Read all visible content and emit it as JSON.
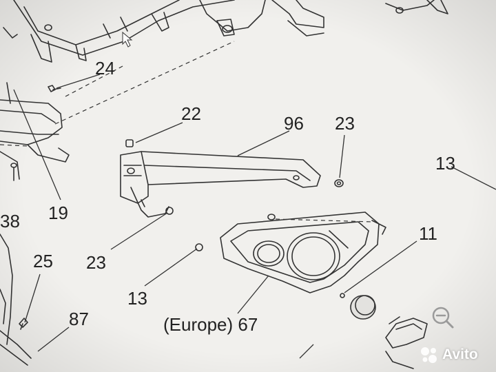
{
  "callouts": [
    {
      "id": "24",
      "text": "24"
    },
    {
      "id": "22",
      "text": "22"
    },
    {
      "id": "96",
      "text": "96"
    },
    {
      "id": "23a",
      "text": "23"
    },
    {
      "id": "13a",
      "text": "13"
    },
    {
      "id": "38",
      "text": "38"
    },
    {
      "id": "19",
      "text": "19"
    },
    {
      "id": "23b",
      "text": "23"
    },
    {
      "id": "11",
      "text": "11"
    },
    {
      "id": "25",
      "text": "25"
    },
    {
      "id": "13b",
      "text": "13"
    },
    {
      "id": "europe67",
      "text": "(Europe) 67"
    },
    {
      "id": "87",
      "text": "87"
    }
  ],
  "watermark": {
    "text": "Avito"
  },
  "colors": {
    "background": "#f1f0ed",
    "ink": "#333333"
  },
  "icons": {
    "zoom": "zoom-out-icon",
    "logo": "avito-dots-icon"
  }
}
